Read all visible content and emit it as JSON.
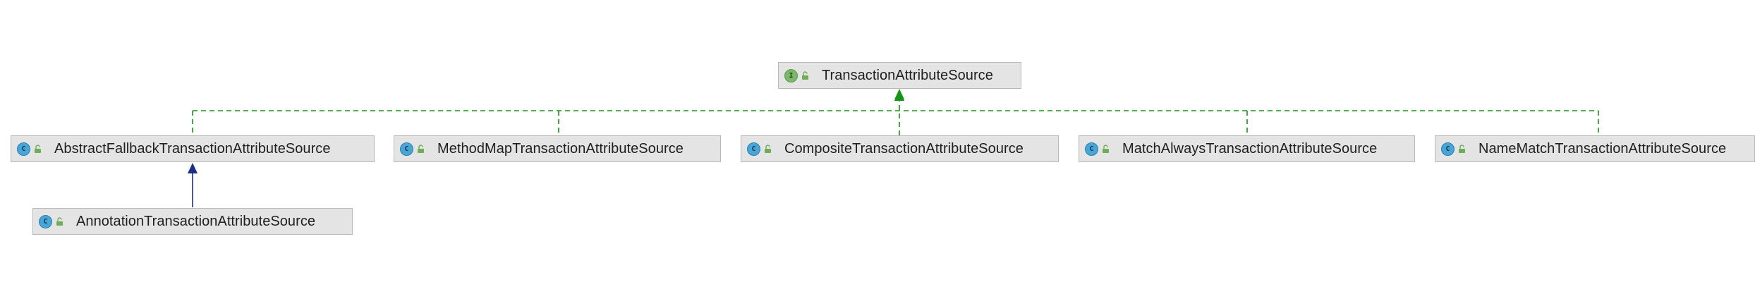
{
  "diagram": {
    "type": "class-hierarchy",
    "nodes": [
      {
        "id": "tas",
        "label": "TransactionAttributeSource",
        "kind": "interface",
        "kind_letter": "I",
        "visibility_icon": "public-lock-icon"
      },
      {
        "id": "aftas",
        "label": "AbstractFallbackTransactionAttributeSource",
        "kind": "class",
        "kind_letter": "C",
        "visibility_icon": "public-lock-icon"
      },
      {
        "id": "mmtas",
        "label": "MethodMapTransactionAttributeSource",
        "kind": "class",
        "kind_letter": "C",
        "visibility_icon": "public-lock-icon"
      },
      {
        "id": "ctas",
        "label": "CompositeTransactionAttributeSource",
        "kind": "class",
        "kind_letter": "C",
        "visibility_icon": "public-lock-icon"
      },
      {
        "id": "matas",
        "label": "MatchAlwaysTransactionAttributeSource",
        "kind": "class",
        "kind_letter": "C",
        "visibility_icon": "public-lock-icon"
      },
      {
        "id": "nmtas",
        "label": "NameMatchTransactionAttributeSource",
        "kind": "class",
        "kind_letter": "C",
        "visibility_icon": "public-lock-icon"
      },
      {
        "id": "atas",
        "label": "AnnotationTransactionAttributeSource",
        "kind": "class",
        "kind_letter": "C",
        "visibility_icon": "public-lock-icon"
      }
    ],
    "edges": [
      {
        "from": "aftas",
        "to": "tas",
        "relation": "implements"
      },
      {
        "from": "mmtas",
        "to": "tas",
        "relation": "implements"
      },
      {
        "from": "ctas",
        "to": "tas",
        "relation": "implements"
      },
      {
        "from": "matas",
        "to": "tas",
        "relation": "implements"
      },
      {
        "from": "nmtas",
        "to": "tas",
        "relation": "implements"
      },
      {
        "from": "atas",
        "to": "aftas",
        "relation": "extends"
      }
    ],
    "colors": {
      "implements": "#149614",
      "extends": "#1b2d8f",
      "node_fill": "#e4e4e4",
      "node_border": "#b9b9b9",
      "class_icon": "#47a6d6",
      "interface_icon": "#7bb86a",
      "lock_icon": "#6fae58"
    }
  }
}
